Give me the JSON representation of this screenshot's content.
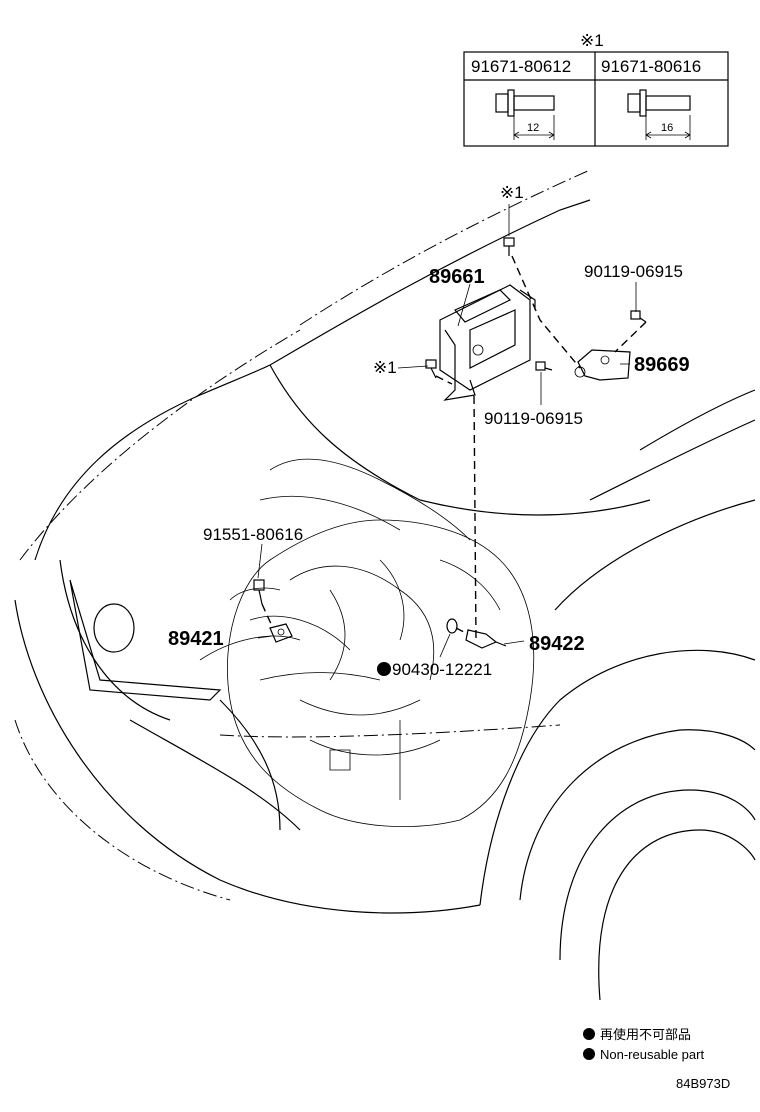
{
  "bolt_table": {
    "note_mark": "※1",
    "columns": [
      {
        "part": "91671-80612",
        "length": "12"
      },
      {
        "part": "91671-80616",
        "length": "16"
      }
    ]
  },
  "callouts": {
    "note_bolt_top": "※1",
    "note_bolt_left": "※1",
    "ecu": "89661",
    "bolt_right_top": "90119-06915",
    "bracket": "89669",
    "bolt_bottom": "90119-06915",
    "bolt_left": "91551-80616",
    "sensor_left": "89421",
    "sensor_right": "89422",
    "gasket": "90430-12221"
  },
  "legend": {
    "jp": "再使用不可部品",
    "en": "Non-reusable part"
  },
  "figure_code": "84B973D"
}
